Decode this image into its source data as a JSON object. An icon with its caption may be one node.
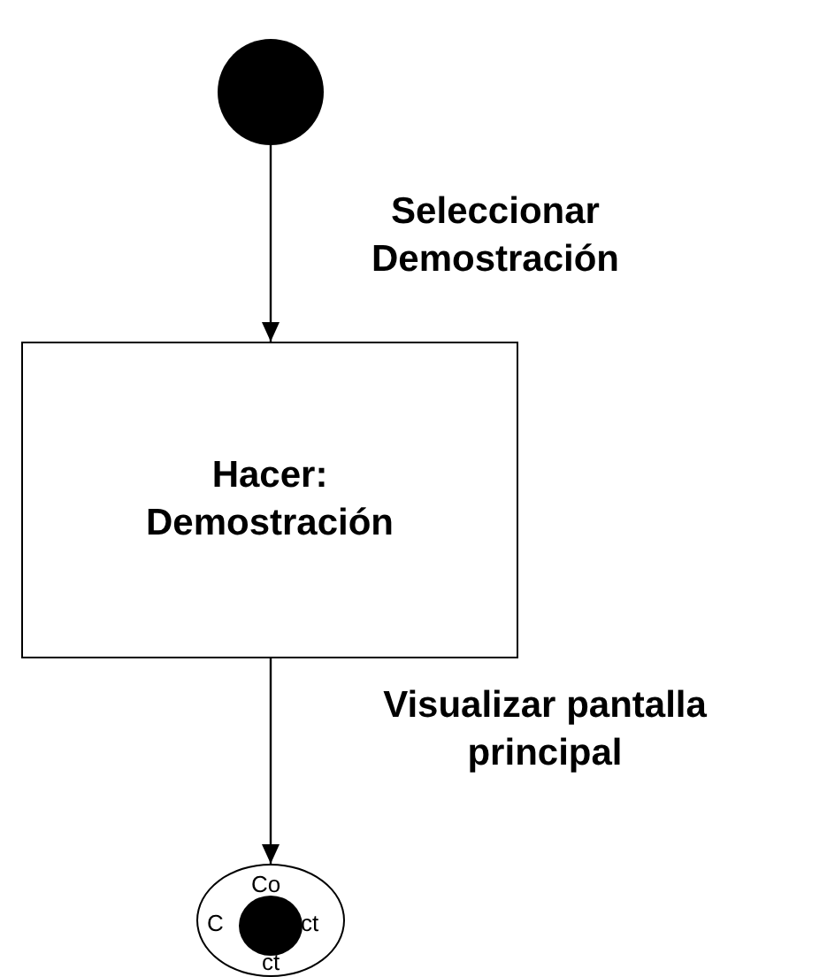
{
  "diagram": {
    "nodes": [
      {
        "text": [],
        "shape": "circle"
      },
      {
        "text": [
          "Hacer: Demostración"
        ]
      },
      {
        "text": [
          "Co",
          "C",
          "ct",
          "ct"
        ]
      }
    ],
    "edges": [
      {
        "from": 0,
        "to": 1,
        "arrow": "to",
        "label": "Seleccionar Demostración"
      },
      {
        "from": 1,
        "to": 2,
        "arrow": "to",
        "label": "Visualizar pantalla principal"
      }
    ]
  }
}
